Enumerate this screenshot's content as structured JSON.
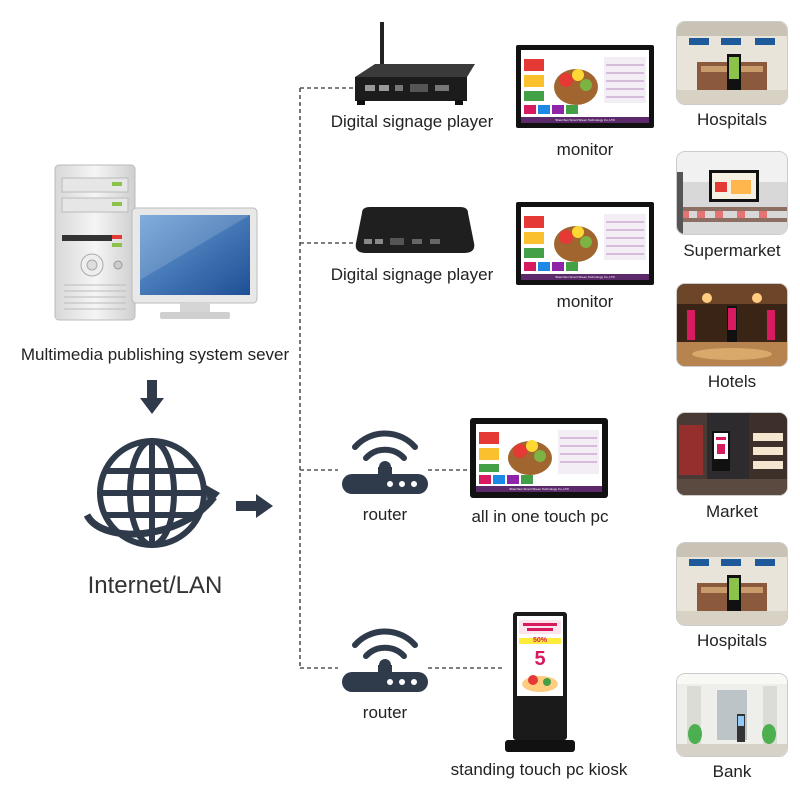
{
  "server": {
    "label": "Multimedia publishing system sever"
  },
  "network": {
    "label": "Internet/LAN"
  },
  "devices": [
    {
      "device": "Digital signage player",
      "display": "monitor"
    },
    {
      "device": "Digital signage player",
      "display": "monitor"
    },
    {
      "device": "router",
      "display": "all in one touch pc"
    },
    {
      "device": "router",
      "display": "standing touch pc kiosk"
    }
  ],
  "locations": [
    "Hospitals",
    "Supermarket",
    "Hotels",
    "Market",
    "Hospitals",
    "Bank"
  ],
  "screen": {
    "company": "Shenzhen Smart Sheen Technology Co.,LTD",
    "kiosk_discount": "50%",
    "kiosk_number": "5"
  },
  "colors": {
    "icon": "#2f3a4b",
    "line": "#555555"
  }
}
